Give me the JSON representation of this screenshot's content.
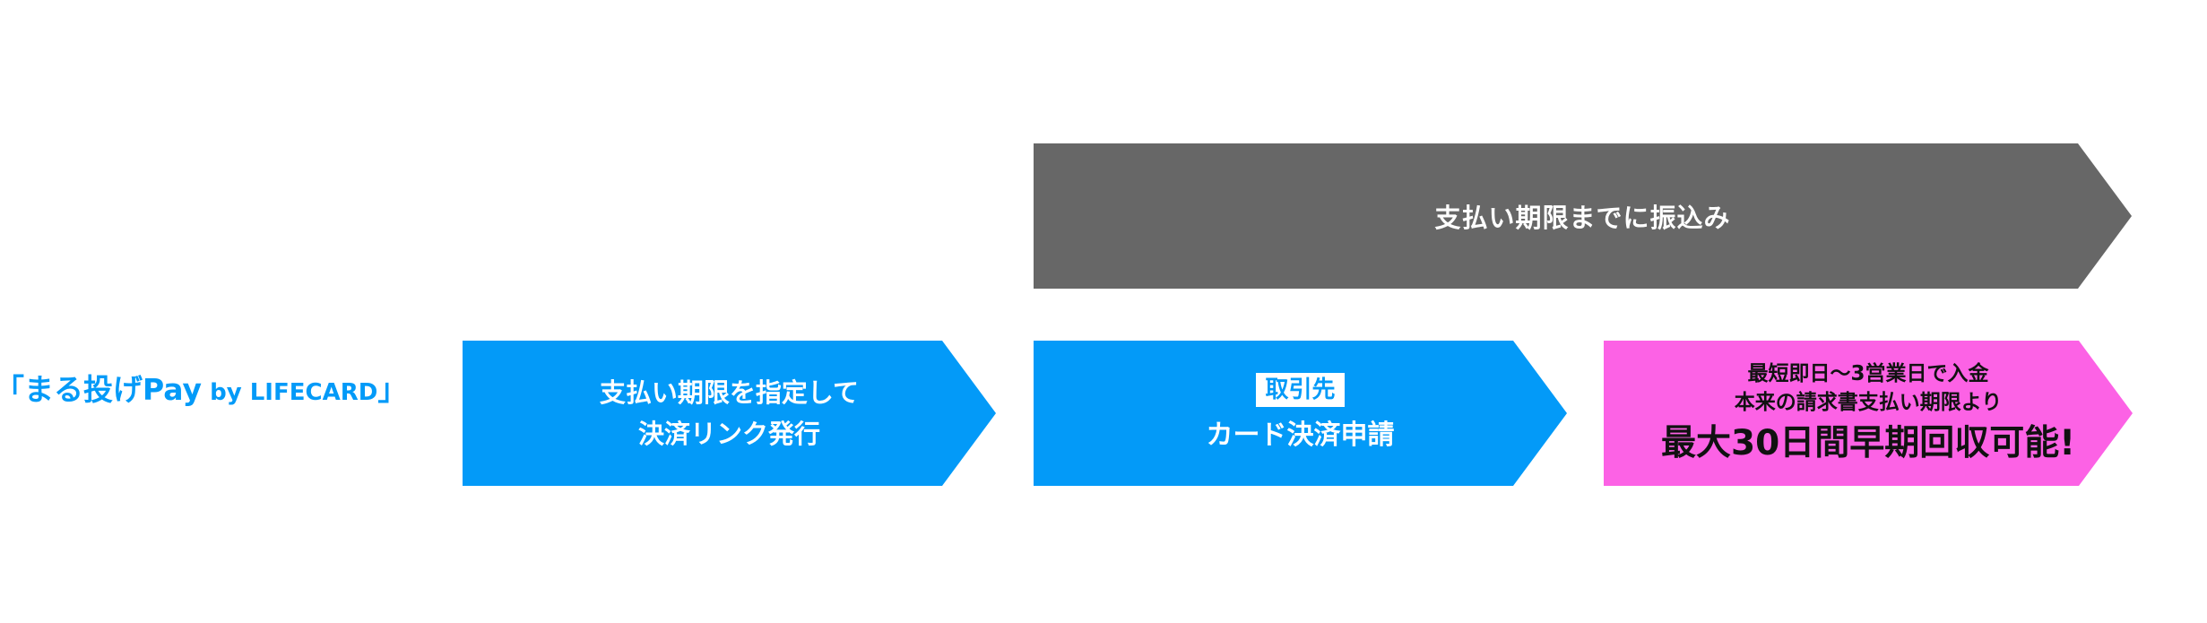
{
  "service": {
    "open_bracket": "「",
    "name": "まる投げPay",
    "suffix": " by LIFECARD",
    "close_bracket": "」"
  },
  "bank_flow": {
    "label": "支払い期限までに振込み"
  },
  "steps": [
    {
      "line1": "支払い期限を指定して",
      "line2": "決済リンク発行"
    },
    {
      "badge": "取引先",
      "label": "カード決済申請"
    },
    {
      "line1": "最短即日〜3営業日で入金",
      "line2": "本来の請求書支払い期限より",
      "headline": "最大30日間早期回収可能!"
    }
  ],
  "colors": {
    "blue": "#039af8",
    "gray": "#676767",
    "pink": "#fc62e5",
    "white": "#ffffff"
  }
}
